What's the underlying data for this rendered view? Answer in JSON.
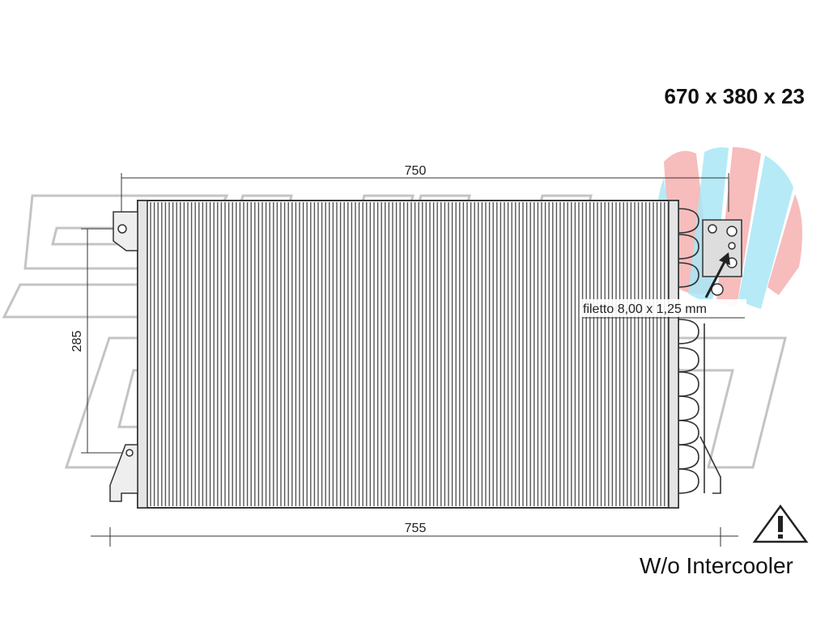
{
  "overall_size": "670 x 380 x 23",
  "dimensions": {
    "top_width": "750",
    "bottom_width": "755",
    "height": "285"
  },
  "thread_label": "filetto 8,00 x 1,25 mm",
  "note": "W/o Intercooler",
  "icons": {
    "warning": "warning-triangle-icon"
  },
  "colors": {
    "line": "#333333",
    "watermark_outline": "#bdbdbd",
    "logo_red": "#f4a3a3",
    "logo_cyan": "#a8e6f5"
  }
}
